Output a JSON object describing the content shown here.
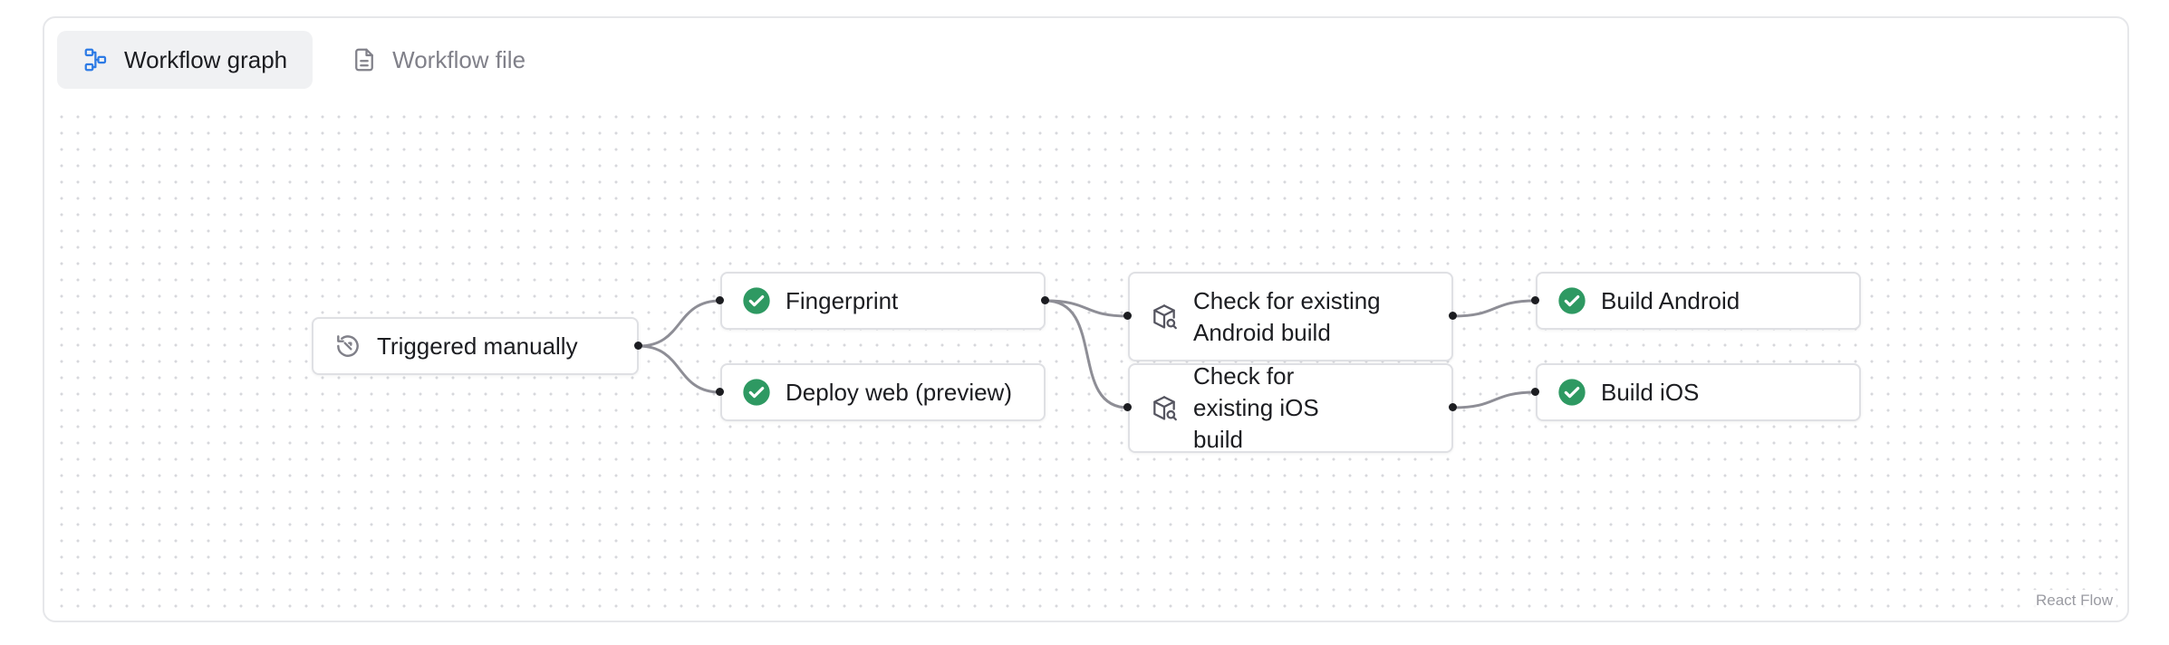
{
  "tabs": [
    {
      "label": "Workflow graph",
      "icon": "workflow-graph-icon",
      "active": true
    },
    {
      "label": "Workflow file",
      "icon": "file-icon",
      "active": false
    }
  ],
  "nodes": {
    "trigger": {
      "label": "Triggered manually",
      "icon": "manual-trigger-icon"
    },
    "fingerprint": {
      "label": "Fingerprint",
      "icon": "success-check-icon",
      "status": "success"
    },
    "deploy_web": {
      "label": "Deploy web (preview)",
      "icon": "success-check-icon",
      "status": "success"
    },
    "check_android": {
      "label": "Check for existing Android build",
      "icon": "package-search-icon"
    },
    "check_ios": {
      "label": "Check for existing iOS build",
      "icon": "package-search-icon"
    },
    "build_android": {
      "label": "Build Android",
      "icon": "success-check-icon",
      "status": "success"
    },
    "build_ios": {
      "label": "Build iOS",
      "icon": "success-check-icon",
      "status": "success"
    }
  },
  "attribution": "React Flow",
  "colors": {
    "success": "#2e9962",
    "edge": "#8e8e96",
    "active_tab_icon": "#2d7be5",
    "handle": "#1c1d21"
  }
}
